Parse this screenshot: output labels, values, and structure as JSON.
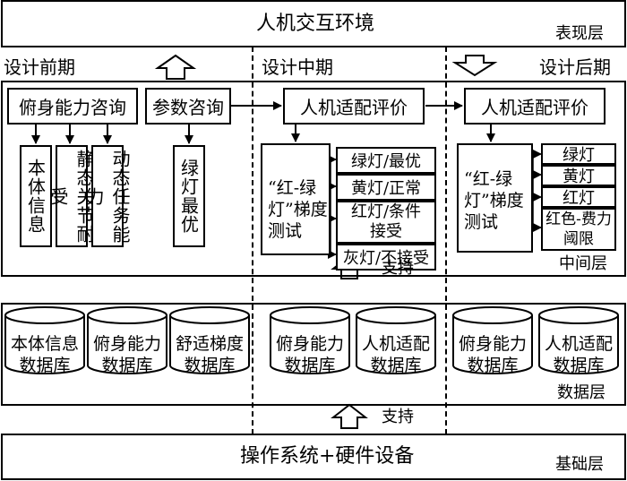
{
  "top_layer": {
    "title": "人机交互环境",
    "label": "表现层"
  },
  "phases": {
    "early": "设计前期",
    "mid": "设计中期",
    "late": "设计后期"
  },
  "early": {
    "box1": "俯身能力咨询",
    "box2": "参数咨询",
    "sub": [
      "本体信息",
      "静态关节耐受",
      "动态任务能力"
    ],
    "sub2": "绿灯最优"
  },
  "mid": {
    "eval": "人机适配评价",
    "test": "“红-绿灯”梯度测试",
    "results": [
      "绿灯/最优",
      "黄灯/正常",
      "红灯/条件接受",
      "灰灯/不接受"
    ]
  },
  "late": {
    "eval": "人机适配评价",
    "test": "“红-绿灯”梯度测试",
    "results": [
      "绿灯",
      "黄灯",
      "红灯",
      "红色-费力阈限"
    ]
  },
  "middle_layer_label": "中间层",
  "support_label": "支持",
  "databases": [
    "本体信息数据库",
    "俯身能力数据库",
    "舒适梯度数据库",
    "俯身能力数据库",
    "人机适配数据库",
    "俯身能力数据库",
    "人机适配数据库"
  ],
  "data_layer_label": "数据层",
  "support_label2": "支持",
  "base_layer": {
    "title": "操作系统+硬件设备",
    "label": "基础层"
  }
}
